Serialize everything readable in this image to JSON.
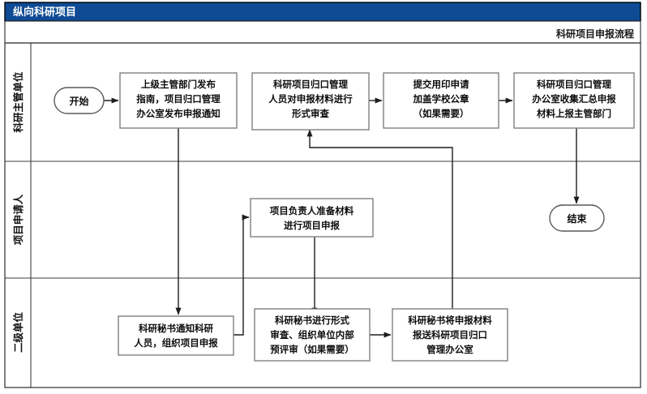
{
  "header": {
    "title": "纵向科研项目",
    "subtitle": "科研项目申报流程",
    "bar_color": "#0e4b94",
    "bar_border": "#000000"
  },
  "lanes": [
    {
      "id": "lane-supervisor",
      "label": "科研主管单位"
    },
    {
      "id": "lane-applicant",
      "label": "项目申请人"
    },
    {
      "id": "lane-secondary-unit",
      "label": "二级单位"
    }
  ],
  "nodes": {
    "start": {
      "label": "开始",
      "shape": "terminator"
    },
    "publish_guide": {
      "label": [
        "上级主管部门发布",
        "指南，项目归口管理",
        "办公室发布申报通知"
      ],
      "shape": "process"
    },
    "formal_review": {
      "label": [
        "科研项目归口管理",
        "人员对申报材料进行",
        "形式审查"
      ],
      "shape": "process"
    },
    "seal_request": {
      "label": [
        "提交用印申请",
        "加盖学校公章",
        "（如果需要）"
      ],
      "shape": "process"
    },
    "collect_submit": {
      "label": [
        "科研项目归口管理",
        "办公室收集汇总申报",
        "材料上报主管部门"
      ],
      "shape": "process"
    },
    "prepare_materials": {
      "label": [
        "项目负责人准备材料",
        "进行项目申报"
      ],
      "shape": "process"
    },
    "end": {
      "label": "结束",
      "shape": "terminator"
    },
    "notify_staff": {
      "label": [
        "科研秘书通知科研",
        "人员，组织项目申报"
      ],
      "shape": "process"
    },
    "secretary_review": {
      "label": [
        "科研秘书进行形式",
        "审查、组织单位内部",
        "预评审（如果需要）"
      ],
      "shape": "process"
    },
    "secretary_forward": {
      "label": [
        "科研秘书将申报材料",
        "报送科研项目归口",
        "管理办公室"
      ],
      "shape": "process"
    }
  },
  "edges": [
    {
      "from": "start",
      "to": "publish_guide"
    },
    {
      "from": "publish_guide",
      "to": "notify_staff"
    },
    {
      "from": "notify_staff",
      "to": "prepare_materials"
    },
    {
      "from": "prepare_materials",
      "to": "secretary_review"
    },
    {
      "from": "secretary_review",
      "to": "secretary_forward"
    },
    {
      "from": "secretary_forward",
      "to": "formal_review"
    },
    {
      "from": "formal_review",
      "to": "seal_request"
    },
    {
      "from": "seal_request",
      "to": "collect_submit"
    },
    {
      "from": "collect_submit",
      "to": "end"
    }
  ],
  "colors": {
    "box_stroke": "#7f7f7f",
    "connector": "#1c1c1c",
    "lane_divider": "#3c3c3c",
    "frame": "#2b2b2b",
    "canvas": "#ffffff"
  }
}
